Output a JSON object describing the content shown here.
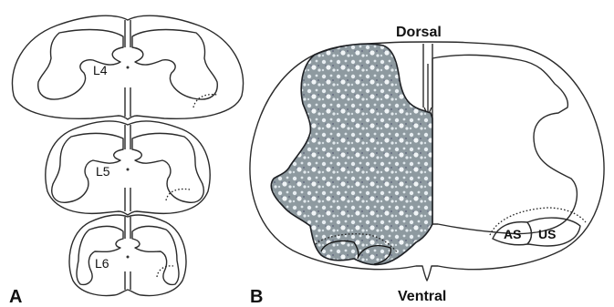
{
  "panel_a": {
    "label": "A",
    "segments": [
      "L4",
      "L5",
      "L6"
    ]
  },
  "panel_b": {
    "label": "B",
    "dorsal": "Dorsal",
    "ventral": "Ventral",
    "nuclei": [
      "AS",
      "US"
    ]
  },
  "colors": {
    "outline": "#2b2b2b",
    "tissue_stain": "#8e9aa0",
    "cell_bodies": "#e8eef2"
  }
}
